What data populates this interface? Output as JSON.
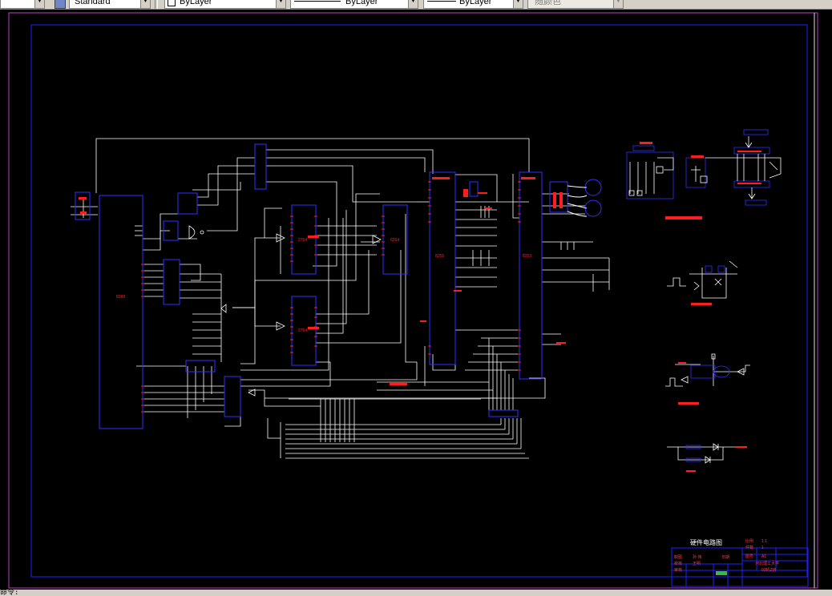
{
  "toolbar": {
    "text_style": "Standard",
    "layer": "ByLayer",
    "linetype": "ByLayer",
    "lineweight": "ByLayer",
    "color": "随颜色"
  },
  "command_line": "命令:",
  "chips": {
    "cpu": "8088",
    "eprom1": "2764",
    "eprom2": "2764",
    "ram": "6264",
    "ppi": "8255",
    "timer": "8253"
  },
  "title_block": {
    "title": "硬件电路图",
    "scale_label": "比例",
    "scale_value": "1:1",
    "sheet_label": "件数",
    "sheet_value": "1",
    "material_label": "图号",
    "material_value": "A1",
    "draw_label": "制图",
    "check_label": "校核",
    "audit_label": "审核",
    "drawer": "孙 伟",
    "checker": "王明",
    "date_label": "日期",
    "school": "河北理工大学",
    "class_name": "03机2班"
  },
  "colors": {
    "border_magenta": "#c040c0",
    "border_blue": "#2020ff",
    "wire": "#ffffff",
    "label": "#ff2020",
    "green_cell": "#30c030"
  }
}
